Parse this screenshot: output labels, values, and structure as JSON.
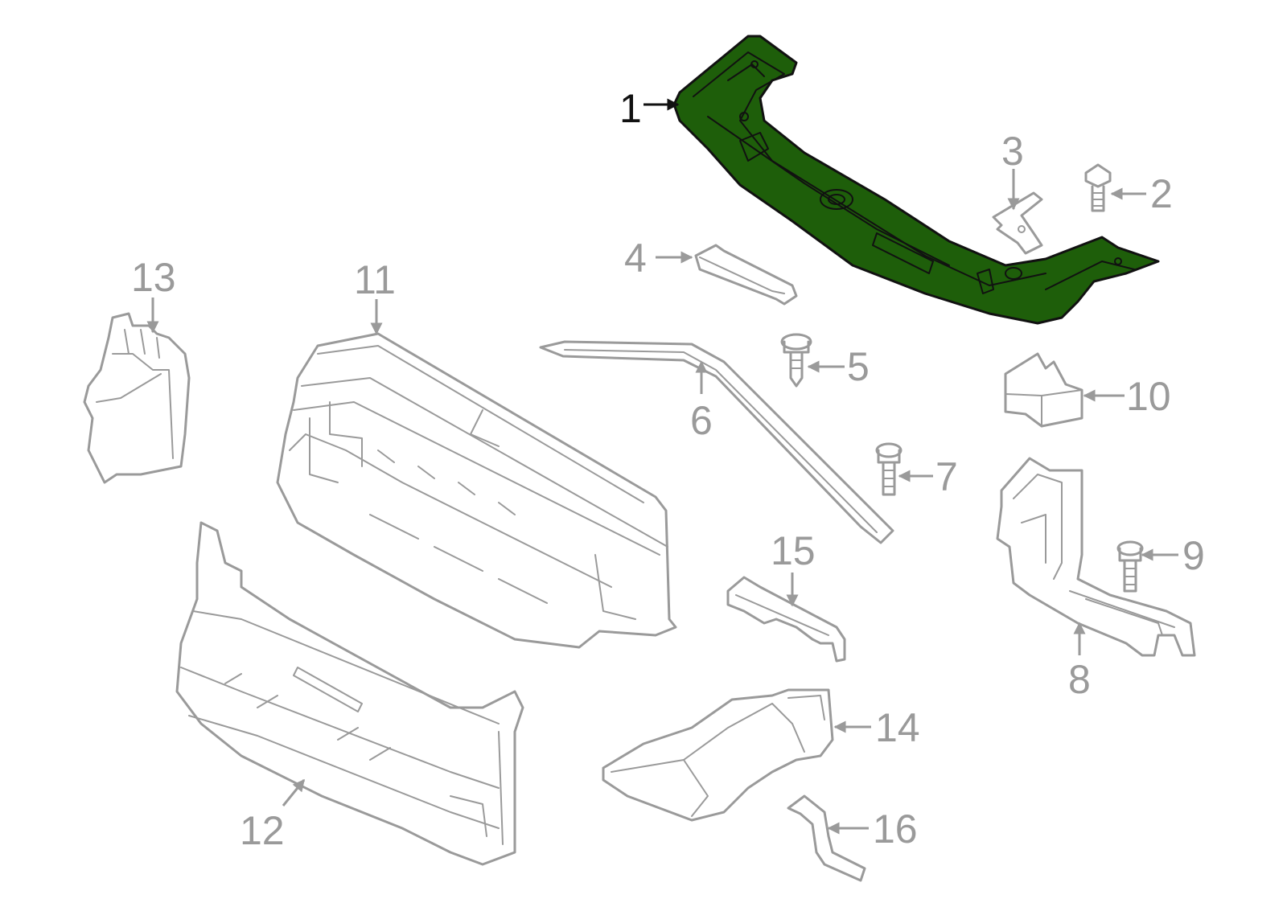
{
  "diagram": {
    "highlight_color": "#1e5e0a",
    "line_color": "#9a9a9a",
    "highlight_outline_color": "#111111",
    "callouts": {
      "c1": "1",
      "c2": "2",
      "c3": "3",
      "c4": "4",
      "c5": "5",
      "c6": "6",
      "c7": "7",
      "c8": "8",
      "c9": "9",
      "c10": "10",
      "c11": "11",
      "c12": "12",
      "c13": "13",
      "c14": "14",
      "c15": "15",
      "c16": "16"
    }
  }
}
